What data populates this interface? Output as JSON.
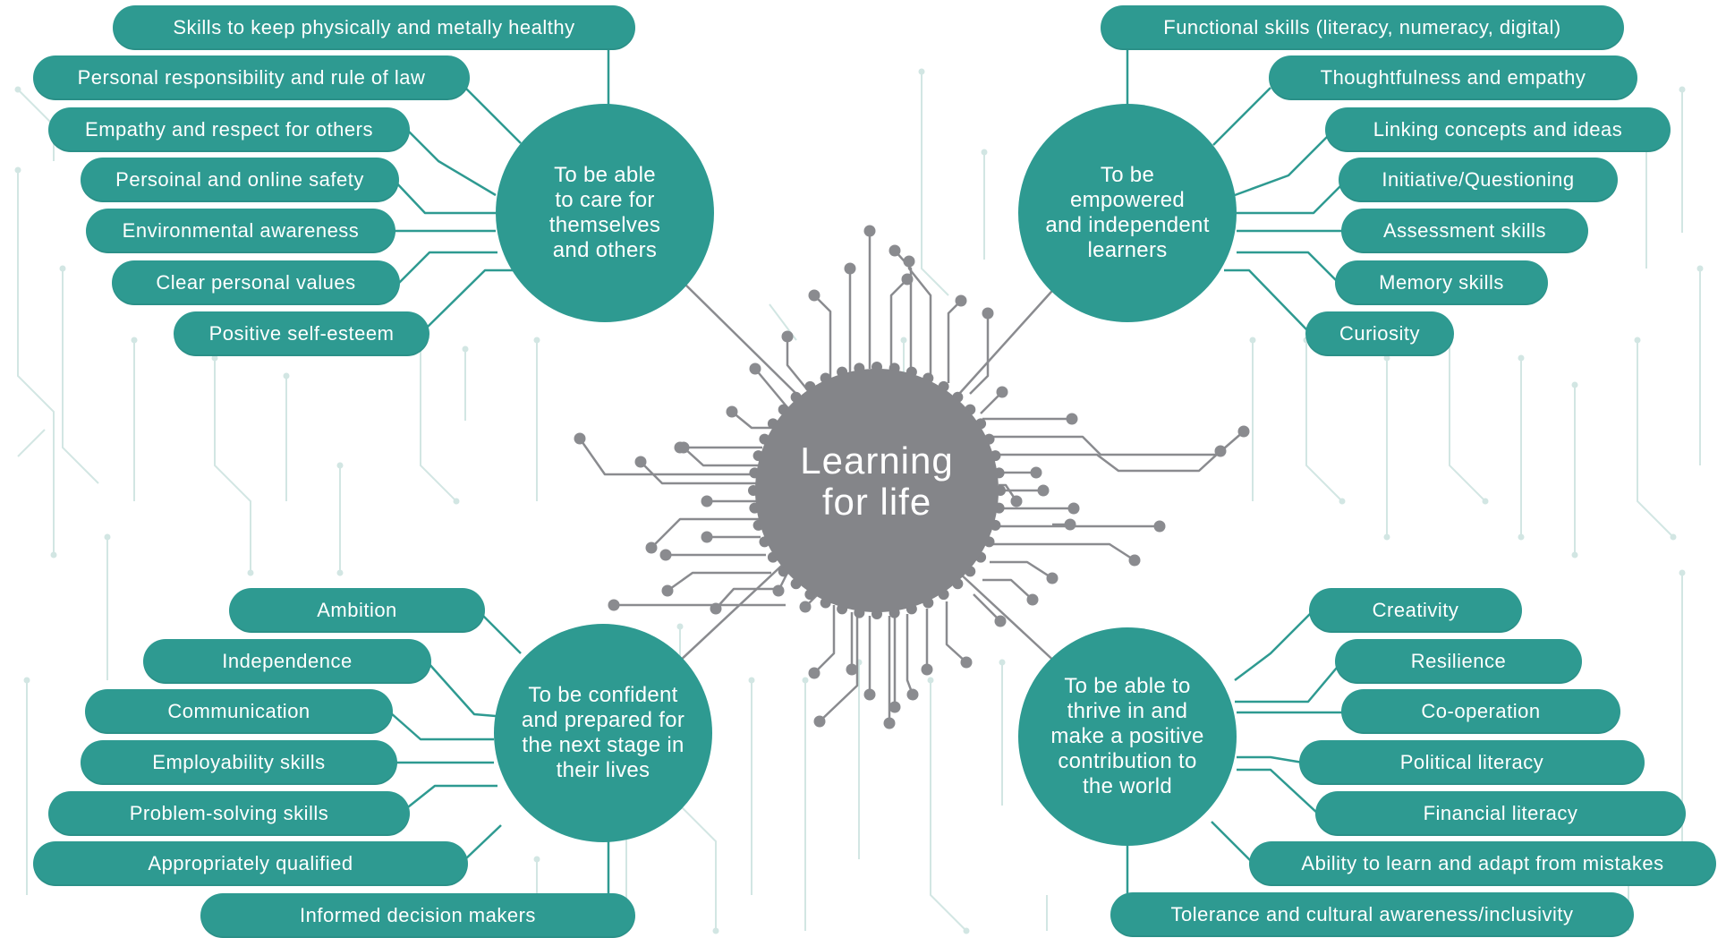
{
  "center": {
    "label": "Learning\nfor life"
  },
  "groups": [
    {
      "title": "To be able\nto care for\nthemselves\nand others",
      "items": [
        "Skills to keep physically and metally healthy",
        "Personal responsibility and rule of law",
        "Empathy and respect for others",
        "Persoinal and online safety",
        "Environmental awareness",
        "Clear personal values",
        "Positive self-esteem"
      ]
    },
    {
      "title": "To be\nempowered\nand independent\nlearners",
      "items": [
        "Functional skills (literacy, numeracy, digital)",
        "Thoughtfulness and empathy",
        "Linking concepts and ideas",
        "Initiative/Questioning",
        "Assessment skills",
        "Memory skills",
        "Curiosity"
      ]
    },
    {
      "title": "To be confident\nand prepared for\nthe next stage in\ntheir lives",
      "items": [
        "Ambition",
        "Independence",
        "Communication",
        "Employability skills",
        "Problem-solving skills",
        "Appropriately qualified",
        "Informed decision makers"
      ]
    },
    {
      "title": "To be able to\nthrive in and\nmake a positive\ncontribution to\nthe world",
      "items": [
        "Creativity",
        "Resilience",
        "Co-operation",
        "Political literacy",
        "Financial literacy",
        "Ability to learn and adapt from mistakes",
        "Tolerance and cultural awareness/inclusivity"
      ]
    }
  ],
  "colors": {
    "teal": "#2e9a91",
    "core_gray": "#848589",
    "circuit_gray": "#8a8b8f",
    "background_circuit": "#d2e6e3"
  }
}
